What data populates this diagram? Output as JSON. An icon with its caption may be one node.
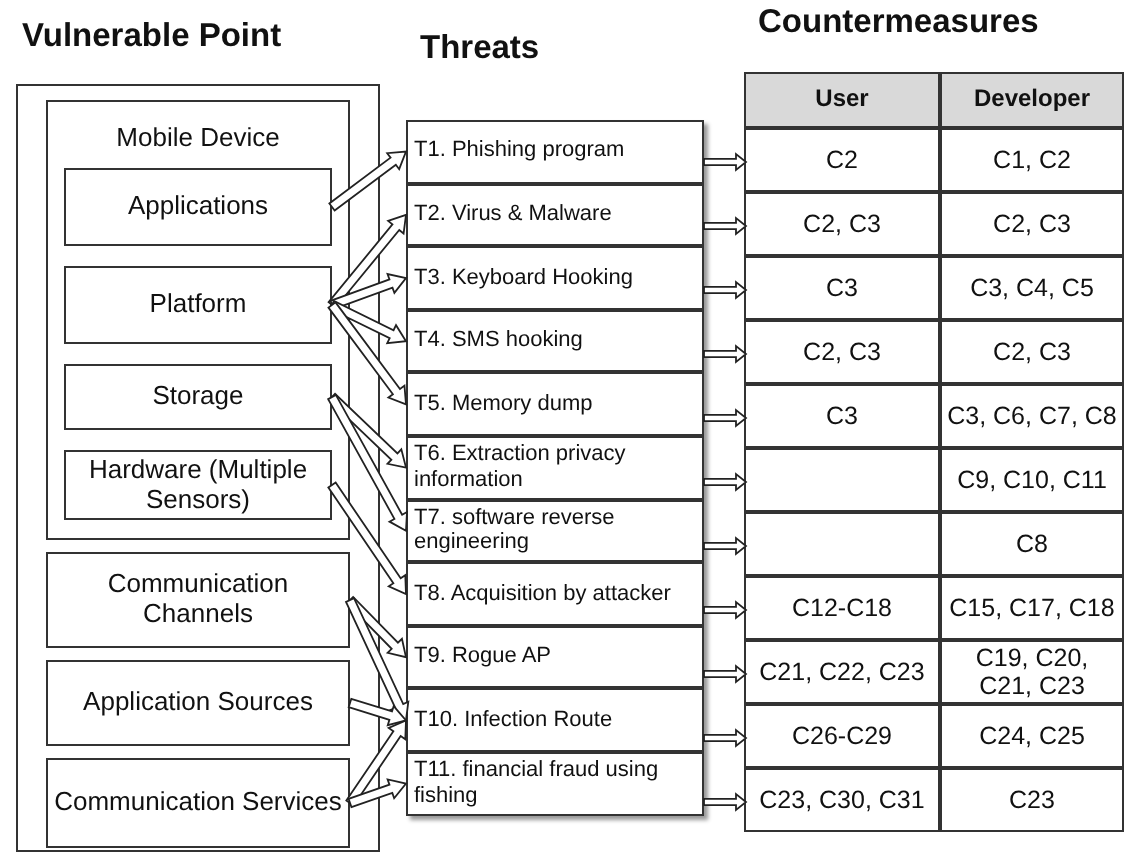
{
  "diagram": {
    "nodes": [
      {
        "text": [
          "Vulnerable Point"
        ]
      },
      {
        "text": [
          "Mobile Device"
        ],
        "in": 0
      },
      {
        "text": [
          "Applications"
        ],
        "in": 1
      },
      {
        "text": [
          "Platform"
        ],
        "in": 1
      },
      {
        "text": [
          "Storage"
        ],
        "in": 1
      },
      {
        "text": [
          "Hardware (Multiple Sensors)"
        ],
        "in": 1
      },
      {
        "text": [
          "Communication Channels"
        ],
        "in": 0
      },
      {
        "text": [
          "Application Sources"
        ],
        "in": 0
      },
      {
        "text": [
          "Communication Services"
        ],
        "in": 0
      },
      {
        "text": [
          "Threats"
        ]
      },
      {
        "text": [
          "T1. Phishing program"
        ],
        "in": 9
      },
      {
        "text": [
          "T2. Virus & Malware"
        ],
        "in": 9
      },
      {
        "text": [
          "T3. Keyboard Hooking"
        ],
        "in": 9
      },
      {
        "text": [
          "T4. SMS hooking"
        ],
        "in": 9
      },
      {
        "text": [
          "T5. Memory dump"
        ],
        "in": 9
      },
      {
        "text": [
          "T6. Extraction privacy information"
        ],
        "in": 9
      },
      {
        "text": [
          "T7. software reverse engineering"
        ],
        "in": 9
      },
      {
        "text": [
          "T8. Acquisition by attacker"
        ],
        "in": 9
      },
      {
        "text": [
          "T9. Rogue AP"
        ],
        "in": 9
      },
      {
        "text": [
          "T10. Infection Route"
        ],
        "in": 9
      },
      {
        "text": [
          "T11. financial fraud using fishing"
        ],
        "in": 9
      },
      {
        "text": [
          "Countermeasures"
        ]
      },
      {
        "text": [
          "User"
        ],
        "in": 21
      },
      {
        "text": [
          "Developer"
        ],
        "in": 21
      },
      {
        "text": [
          "C2"
        ],
        "in": 21
      },
      {
        "text": [
          "C1, C2"
        ],
        "in": 21
      },
      {
        "text": [
          "C2, C3"
        ],
        "in": 21
      },
      {
        "text": [
          "C2, C3"
        ],
        "in": 21
      },
      {
        "text": [
          "C3"
        ],
        "in": 21
      },
      {
        "text": [
          "C3, C4, C5"
        ],
        "in": 21
      },
      {
        "text": [
          "C2, C3"
        ],
        "in": 21
      },
      {
        "text": [
          "C2, C3"
        ],
        "in": 21
      },
      {
        "text": [
          "C3"
        ],
        "in": 21
      },
      {
        "text": [
          "C3, C6, C7, C8"
        ],
        "in": 21
      },
      {
        "text": [],
        "shape": "box",
        "in": 21
      },
      {
        "text": [
          "C9, C10, C11"
        ],
        "in": 21
      },
      {
        "text": [],
        "shape": "box",
        "in": 21
      },
      {
        "text": [
          "C8"
        ],
        "in": 21
      },
      {
        "text": [
          "C12-C18"
        ],
        "in": 21
      },
      {
        "text": [
          "C15, C17, C18"
        ],
        "in": 21
      },
      {
        "text": [
          "C21, C22, C23"
        ],
        "in": 21
      },
      {
        "text": [
          "C19, C20, C21, C23"
        ],
        "in": 21
      },
      {
        "text": [
          "C26-C29"
        ],
        "in": 21
      },
      {
        "text": [
          "C24, C25"
        ],
        "in": 21
      },
      {
        "text": [
          "C23, C30, C31"
        ],
        "in": 21
      },
      {
        "text": [
          "C23"
        ],
        "in": 21
      }
    ],
    "edges": [
      {
        "from": 2,
        "to": 10,
        "arrow": "to"
      },
      {
        "from": 3,
        "to": 11,
        "arrow": "to"
      },
      {
        "from": 3,
        "to": 12,
        "arrow": "to"
      },
      {
        "from": 3,
        "to": 13,
        "arrow": "to"
      },
      {
        "from": 3,
        "to": 14,
        "arrow": "to"
      },
      {
        "from": 4,
        "to": 15,
        "arrow": "to"
      },
      {
        "from": 4,
        "to": 16,
        "arrow": "to"
      },
      {
        "from": 5,
        "to": 17,
        "arrow": "to"
      },
      {
        "from": 6,
        "to": 18,
        "arrow": "to"
      },
      {
        "from": 6,
        "to": 19,
        "arrow": "to"
      },
      {
        "from": 7,
        "to": 19,
        "arrow": "to"
      },
      {
        "from": 8,
        "to": 19,
        "arrow": "to"
      },
      {
        "from": 8,
        "to": 20,
        "arrow": "to"
      },
      {
        "from": 10,
        "to": 24,
        "arrow": "to"
      },
      {
        "from": 11,
        "to": 26,
        "arrow": "to"
      },
      {
        "from": 12,
        "to": 28,
        "arrow": "to"
      },
      {
        "from": 13,
        "to": 30,
        "arrow": "to"
      },
      {
        "from": 14,
        "to": 32,
        "arrow": "to"
      },
      {
        "from": 15,
        "to": 34,
        "arrow": "to"
      },
      {
        "from": 16,
        "to": 36,
        "arrow": "to"
      },
      {
        "from": 17,
        "to": 38,
        "arrow": "to"
      },
      {
        "from": 18,
        "to": 40,
        "arrow": "to"
      },
      {
        "from": 19,
        "to": 42,
        "arrow": "to"
      },
      {
        "from": 20,
        "to": 44,
        "arrow": "to"
      }
    ]
  }
}
